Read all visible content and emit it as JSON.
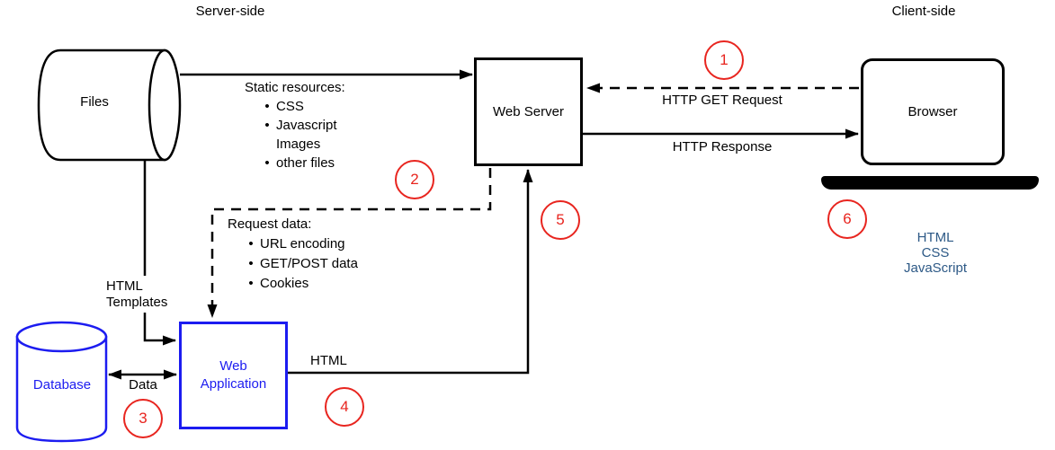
{
  "labels": {
    "server_side": "Server-side",
    "client_side": "Client-side"
  },
  "nodes": {
    "files": "Files",
    "web_server": "Web Server",
    "browser": "Browser",
    "database": "Database",
    "web_application": "Web\nApplication"
  },
  "edges": {
    "static_resources": {
      "title": "Static resources:",
      "items": [
        "CSS",
        "Javascript",
        "Images",
        "other files"
      ]
    },
    "request_data": {
      "title": "Request data:",
      "items": [
        "URL encoding",
        "GET/POST data",
        "Cookies"
      ]
    },
    "http_get": "HTTP GET Request",
    "http_response": "HTTP Response",
    "html_templates": "HTML\nTemplates",
    "data": "Data",
    "html": "HTML"
  },
  "annotations": {
    "browser_output": "HTML\nCSS\nJavaScript"
  },
  "steps": [
    "1",
    "2",
    "3",
    "4",
    "5",
    "6"
  ],
  "colors": {
    "blue": "#1c1cf0",
    "red": "#e8251f",
    "steel": "#2d5986",
    "black": "#000000"
  }
}
